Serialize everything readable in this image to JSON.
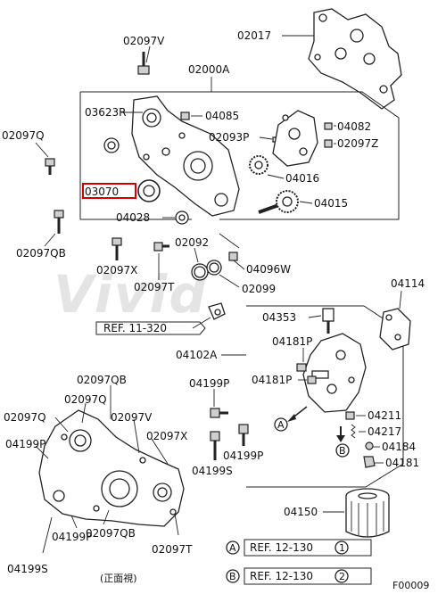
{
  "watermark": "Vivid",
  "highlight_color": "#d40000",
  "callouts": {
    "02097V_top": "02097V",
    "02017": "02017",
    "02000A": "02000A",
    "03623R": "03623R",
    "04085": "04085",
    "04082": "04082",
    "02093P": "02093P",
    "02097Z": "02097Z",
    "02097Q_top": "02097Q",
    "04016": "04016",
    "03070": "03070",
    "04015": "04015",
    "04028": "04028",
    "02097QB_top": "02097QB",
    "02092": "02092",
    "02097X_top": "02097X",
    "04096W": "04096W",
    "02097T_top": "02097T",
    "02099": "02099",
    "04114": "04114",
    "ref_11_320": "REF. 11-320",
    "04353": "04353",
    "04181P_a": "04181P",
    "04102A": "04102A",
    "04181P_b": "04181P",
    "04199P_mid": "04199P",
    "02097QB_low": "02097QB",
    "02097Q_low": "02097Q",
    "02097V_low": "02097V",
    "02097X_low": "02097X",
    "04199P_left": "04199P",
    "04199S_mid": "04199S",
    "04199P_right": "04199P",
    "04211": "04211",
    "04217": "04217",
    "04184": "04184",
    "04181": "04181",
    "04199P_bot": "04199P",
    "02097QB_bot": "02097QB",
    "02097T_bot": "02097T",
    "04150": "04150",
    "04199S_bot": "04199S",
    "marker_a": "A",
    "marker_b": "B",
    "ref_a_letter": "A",
    "ref_a_text": "REF. 12-130",
    "ref_a_num": "1",
    "ref_b_letter": "B",
    "ref_b_text": "REF. 12-130",
    "ref_b_num": "2",
    "front_view": "(正面視)",
    "figure_code": "F00009"
  }
}
